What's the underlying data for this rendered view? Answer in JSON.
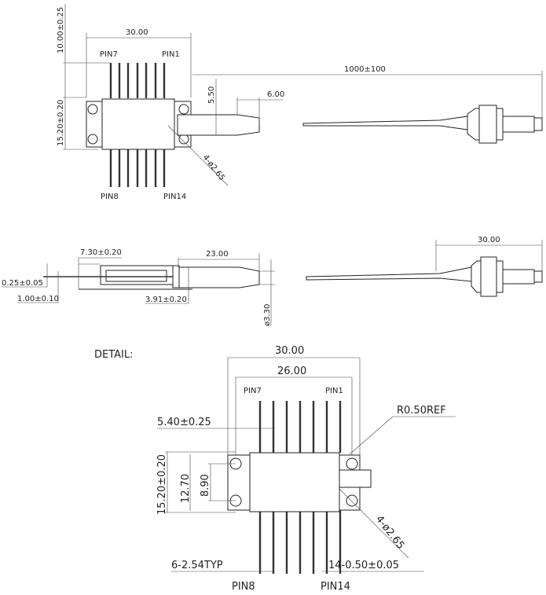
{
  "top_view": {
    "width": "30.00",
    "height_pins": "10.00±0.25",
    "body_height": "15.20±0.20",
    "fiber_offset": "5.50",
    "boot_length": "6.00",
    "fiber_length": "1000±100",
    "holes": "4-ø2.65",
    "pin7": "PIN7",
    "pin1": "PIN1",
    "pin8": "PIN8",
    "pin14": "PIN14"
  },
  "side_view": {
    "height": "7.30±0.20",
    "tube_length": "23.00",
    "pin_thickness": "0.25±0.05",
    "flange_thickness": "1.00±0.10",
    "pin_height": "3.91±0.20",
    "tube_diameter": "ø3.30",
    "connector_length": "30.00"
  },
  "detail": {
    "title": "DETAIL:",
    "width": "30.00",
    "hole_spacing": "26.00",
    "pin7": "PIN7",
    "pin1": "PIN1",
    "radius": "R0.50REF",
    "pin_offset": "5.40±0.25",
    "body_height": "15.20±0.20",
    "inner_height": "12.70",
    "hole_vspacing": "8.90",
    "holes": "4-ø2.65",
    "pitch": "6-2.54TYP",
    "pin_width": "14-0.50±0.05",
    "pin8": "PIN8",
    "pin14": "PIN14"
  }
}
